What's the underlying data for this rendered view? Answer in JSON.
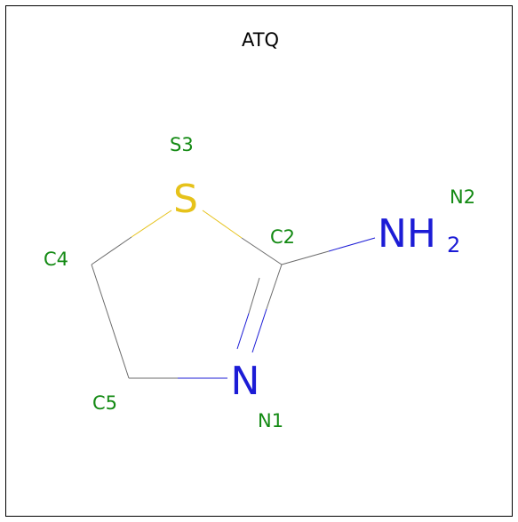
{
  "title": "ATQ",
  "colors": {
    "carbon_bond": "#6b6b6b",
    "sulfur": "#e6c21a",
    "nitrogen": "#1c1cd6",
    "atom_label": "#138a13",
    "frame": "#000000"
  },
  "atoms": [
    {
      "id": "S3",
      "label": "S3",
      "element": "S",
      "sub": ""
    },
    {
      "id": "C2",
      "label": "C2",
      "element": "",
      "sub": ""
    },
    {
      "id": "N2",
      "label": "N2",
      "element": "NH",
      "sub": "2"
    },
    {
      "id": "C4",
      "label": "C4",
      "element": "",
      "sub": ""
    },
    {
      "id": "C5",
      "label": "C5",
      "element": "",
      "sub": ""
    },
    {
      "id": "N1",
      "label": "N1",
      "element": "N",
      "sub": ""
    }
  ],
  "bonds": [
    {
      "from": "S3",
      "to": "C2",
      "order": 1
    },
    {
      "from": "S3",
      "to": "C4",
      "order": 1
    },
    {
      "from": "C4",
      "to": "C5",
      "order": 1
    },
    {
      "from": "C5",
      "to": "N1",
      "order": 1
    },
    {
      "from": "N1",
      "to": "C2",
      "order": 2
    },
    {
      "from": "C2",
      "to": "N2",
      "order": 1
    }
  ]
}
